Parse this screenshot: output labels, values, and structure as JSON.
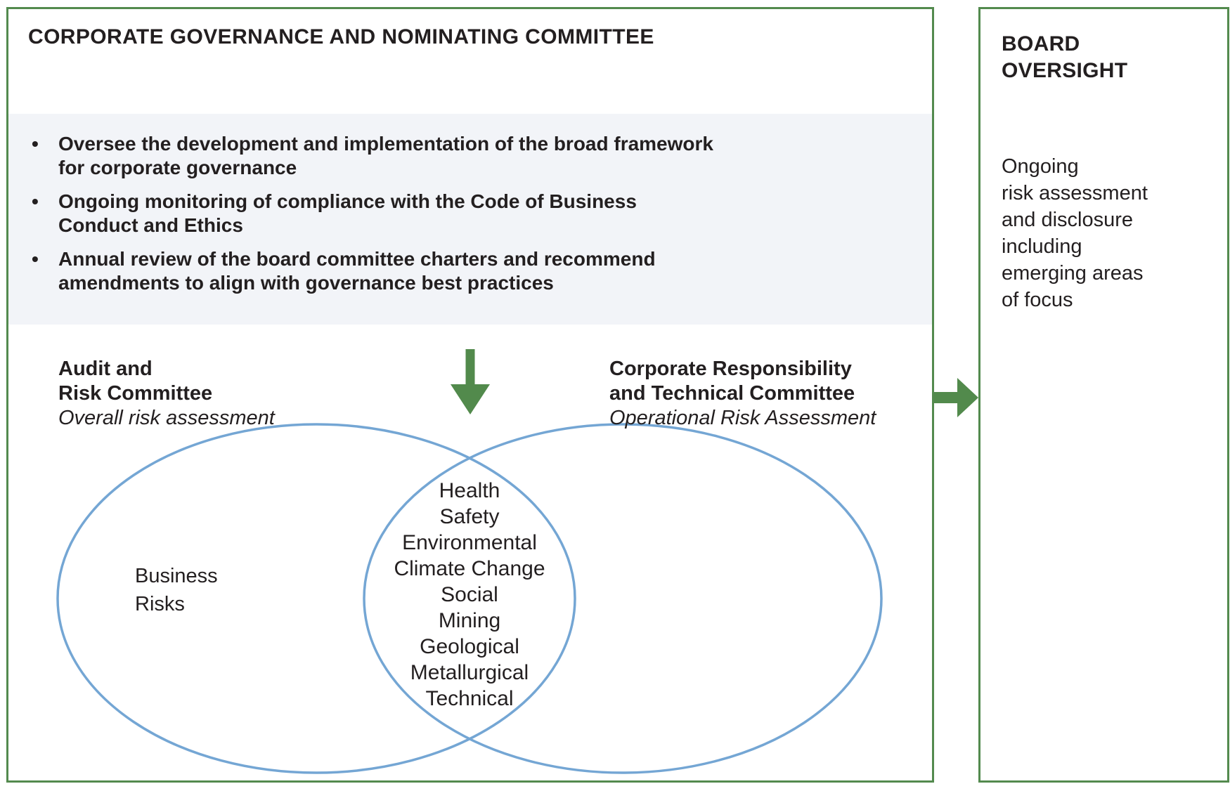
{
  "colors": {
    "border_green": "#538a4e",
    "arrow_green": "#528a4c",
    "ellipse_blue": "#74a6d4",
    "panel_bg": "#f2f4f8",
    "text": "#231f20"
  },
  "main_box": {
    "title": "CORPORATE GOVERNANCE AND NOMINATING COMMITTEE",
    "bullets": [
      "Oversee the development and implementation of the broad framework\nfor corporate governance",
      "Ongoing monitoring of compliance with the Code of Business\nConduct and Ethics",
      "Annual review of the board committee charters and recommend\namendments to align with governance best practices"
    ],
    "left_committee": {
      "name": "Audit and\nRisk Committee",
      "subtitle": "Overall risk assessment"
    },
    "right_committee": {
      "name": "Corporate Responsibility\nand Technical Committee",
      "subtitle": "Operational Risk Assessment"
    },
    "venn": {
      "left_label": "Business\nRisks",
      "overlap_items": [
        "Health",
        "Safety",
        "Environmental",
        "Climate Change",
        "Social",
        "Mining",
        "Geological",
        "Metallurgical",
        "Technical"
      ]
    }
  },
  "side_box": {
    "title": "BOARD\nOVERSIGHT",
    "body": "Ongoing\nrisk assessment\nand disclosure\nincluding\nemerging areas\nof focus"
  }
}
